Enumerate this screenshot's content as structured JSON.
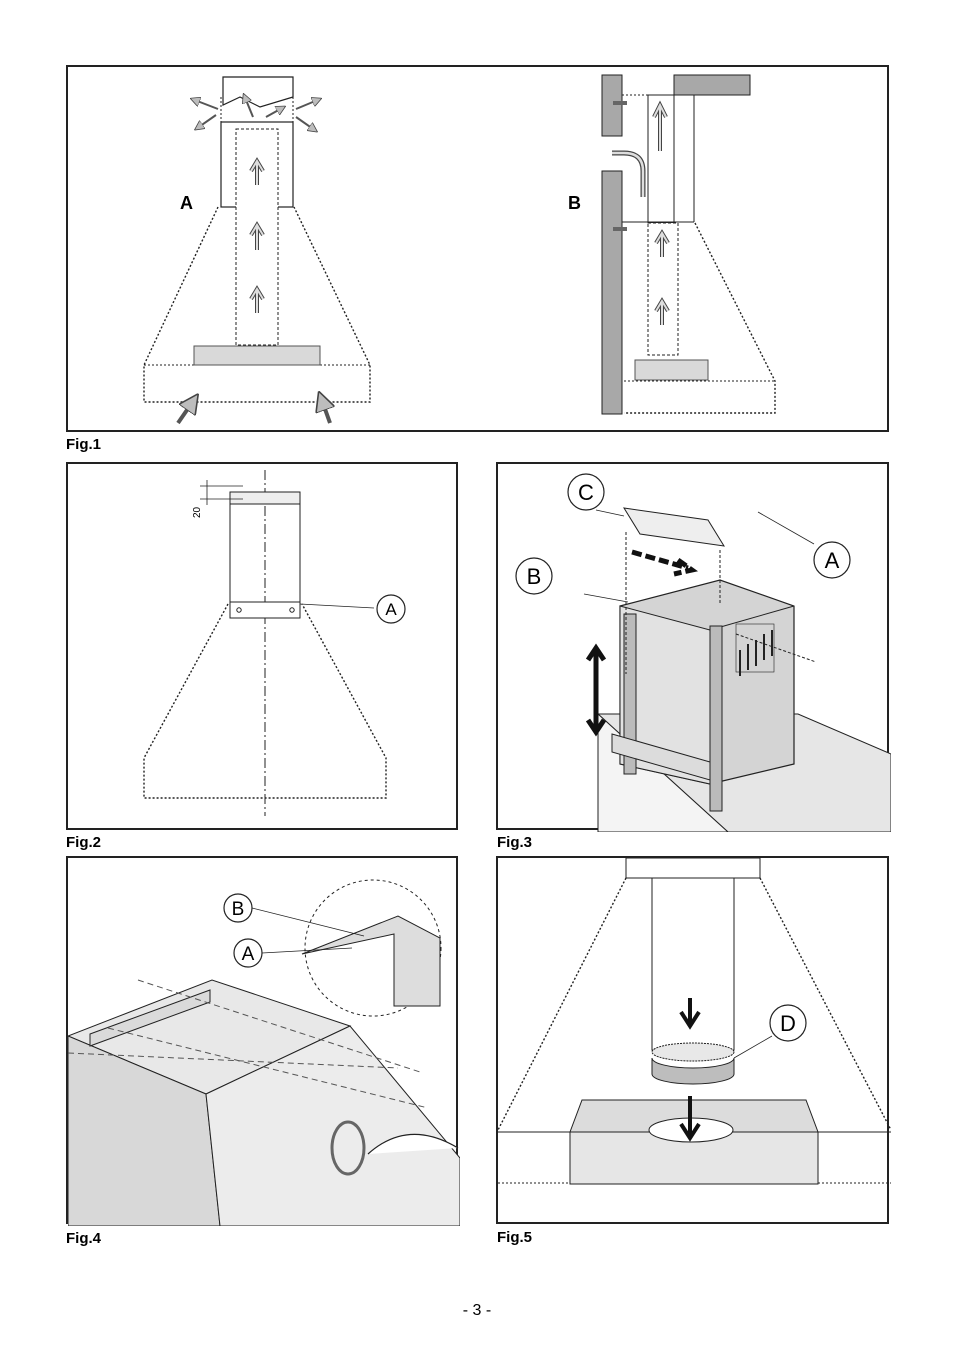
{
  "figures": {
    "fig1": {
      "caption": "Fig.1",
      "label_a": "A",
      "label_b": "B"
    },
    "fig2": {
      "caption": "Fig.2",
      "dimension": "20",
      "callout_a": "A"
    },
    "fig3": {
      "caption": "Fig.3",
      "callout_a": "A",
      "callout_b": "B",
      "callout_c": "C"
    },
    "fig4": {
      "caption": "Fig.4",
      "callout_a": "A",
      "callout_b": "B"
    },
    "fig5": {
      "caption": "Fig.5",
      "callout_d": "D"
    }
  },
  "page_number": "- 3 -",
  "colors": {
    "line": "#222222",
    "fill_grey": "#d9d9d9",
    "fill_dark_grey": "#a8a8a8",
    "arrow_fill": "#bdbdbd",
    "duct_fill": "#f0f0f0"
  }
}
